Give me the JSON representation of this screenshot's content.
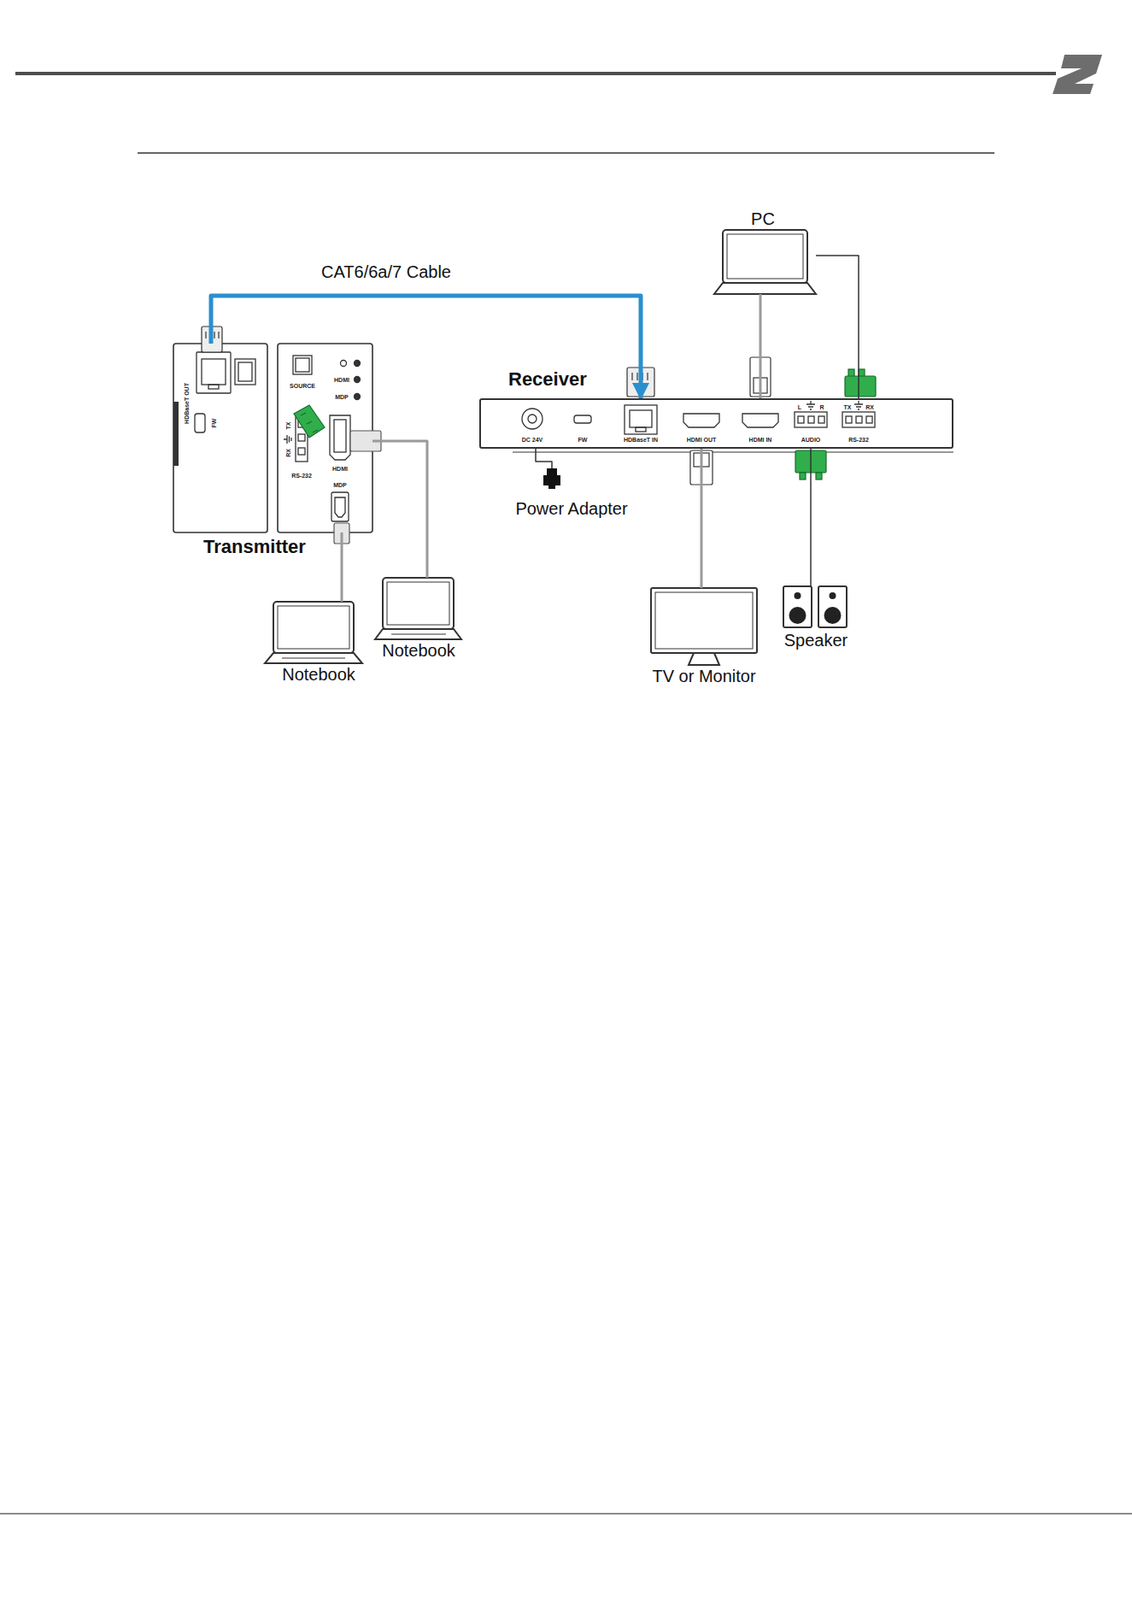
{
  "diagram": {
    "nodes": [
      {
        "text": [
          "Transmitter"
        ]
      },
      {
        "text": [
          "Receiver"
        ]
      },
      {
        "text": [
          "PC"
        ]
      },
      {
        "text": [
          "Notebook"
        ]
      },
      {
        "text": [
          "Notebook"
        ]
      },
      {
        "text": [
          "Power Adapter"
        ]
      },
      {
        "text": [
          "TV or Monitor"
        ]
      },
      {
        "text": [
          "Speaker"
        ]
      }
    ],
    "edges": [
      {
        "from": 0,
        "to": 1,
        "arrow": "to",
        "label": "CAT6/6a/7 Cable"
      },
      {
        "from": 3,
        "to": 0,
        "arrow": "none"
      },
      {
        "from": 4,
        "to": 0,
        "arrow": "none"
      },
      {
        "from": 2,
        "to": 1,
        "arrow": "none"
      },
      {
        "from": 2,
        "to": 1,
        "arrow": "none"
      },
      {
        "from": 1,
        "to": 6,
        "arrow": "none"
      },
      {
        "from": 1,
        "to": 7,
        "arrow": "none"
      },
      {
        "from": 5,
        "to": 1,
        "arrow": "none"
      }
    ],
    "labels": [
      "HDBaseT OUT",
      "FW",
      "SOURCE",
      "HDMI",
      "MDP",
      "TX",
      "RX",
      "RS-232",
      "HDMI",
      "MDP",
      "DC 24V",
      "FW",
      "HDBaseT IN",
      "HDMI OUT",
      "HDMI IN",
      "L",
      "R",
      "AUDIO",
      "TX",
      "RX",
      "RS-232"
    ]
  }
}
